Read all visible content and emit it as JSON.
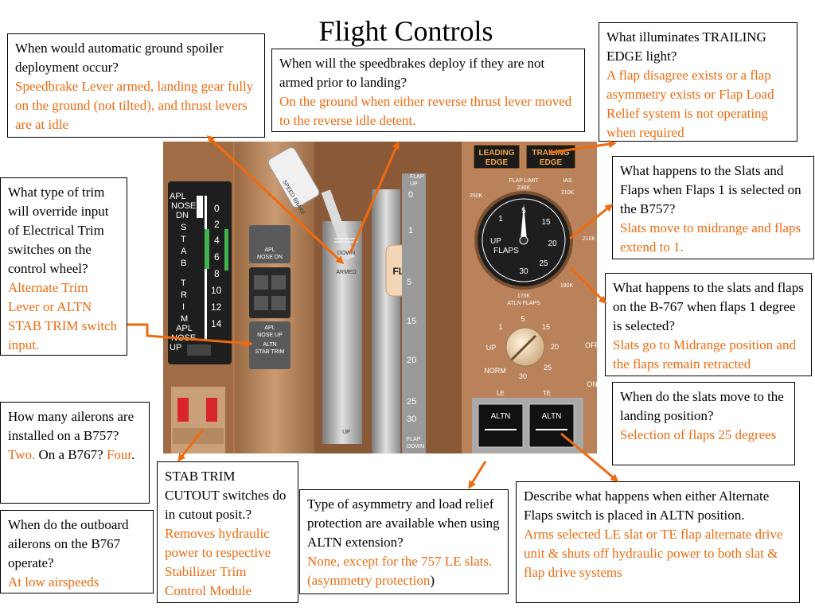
{
  "title": "Flight Controls",
  "callouts": {
    "auto_spoiler": {
      "question": "When would automatic ground spoiler deployment occur?",
      "answer": "Speedbrake Lever armed, landing gear fully on the ground (not tilted), and thrust levers are at idle"
    },
    "speedbrake": {
      "question": "When will the speedbrakes deploy if they are not armed prior to landing?",
      "answer": "On the ground when either reverse thrust lever moved to the reverse idle detent."
    },
    "trailing_edge": {
      "question": "What illuminates TRAILING EDGE light?",
      "answer": "A flap disagree exists or a flap asymmetry exists or Flap Load Relief system is not operating when required"
    },
    "trim_override": {
      "question": "What type of trim will override input of Electrical Trim switches on the control wheel?",
      "answer": "Alternate Trim Lever or ALTN STAB TRIM switch input."
    },
    "flaps1_757": {
      "question": "What happens to the Slats and Flaps when Flaps 1 is selected on the B757?",
      "answer": "Slats move to midrange and flaps extend to 1."
    },
    "flaps1_767": {
      "question": "What happens to the slats and flaps on the B-767 when flaps 1 degree is selected?",
      "answer": "Slats go to Midrange position and the flaps remain retracted"
    },
    "slats_landing": {
      "question": "When do the slats move to the landing position?",
      "answer": "Selection of flaps 25 degrees"
    },
    "ailerons": {
      "question": "How many ailerons are installed on a B757?",
      "answer1": "Two.",
      "question2": " On a B767?",
      "answer2": "Four",
      "end": "."
    },
    "outboard": {
      "question": "When do the outboard ailerons on the B767 operate?",
      "answer": "At low airspeeds"
    },
    "stab_cutout": {
      "question": "STAB TRIM CUTOUT switches do in cutout posit.?",
      "answer": "Removes hydraulic power to respective Stabilizer Trim Control Module"
    },
    "asymmetry": {
      "question": "Type of asymmetry and load relief protection are available when using ALTN extension?",
      "answer": "None, except for the 757 LE slats. (asymmetry protection",
      "end": ")"
    },
    "altn_flaps": {
      "question": "Describe what happens when either Alternate Flaps switch is placed in ALTN position.",
      "answer": "Arms selected LE slat or TE flap alternate drive unit & shuts off hydraulic power to both slat & flap drive systems"
    }
  },
  "panel": {
    "stab_label": [
      "APL",
      "NOSE",
      "DN",
      "S",
      "T",
      "A",
      "B",
      "T",
      "R",
      "I",
      "M",
      "APL",
      "NOSE",
      "UP"
    ],
    "stab_ticks": [
      "0",
      "2",
      "4",
      "6",
      "8",
      "10",
      "12",
      "14"
    ],
    "apl_nose_dn": [
      "APL",
      "NOSE DN"
    ],
    "apl_nose_up": [
      "APL",
      "NOSE UP",
      "ALTN",
      "STAB TRIM"
    ],
    "speedbrake": "SPEED BRAKE",
    "sb_down": "DOWN",
    "sb_armed": "ARMED",
    "sb_up": "UP",
    "flap_button": "FLAP",
    "flap_scale_top": [
      "FLAP",
      "UP"
    ],
    "flap_scale": [
      "0",
      "1",
      "5",
      "15",
      "20",
      "25",
      "30"
    ],
    "flap_scale_bottom": [
      "FLAP",
      "DOWN"
    ],
    "leading_edge": [
      "LEADING",
      "EDGE"
    ],
    "trailing_edge": [
      "TRAILING",
      "EDGE"
    ],
    "flap_limit": [
      "FLAP LIMIT",
      "230K"
    ],
    "ias": "IAS",
    "k250": "250K",
    "k210": "210K",
    "k210b": "210K",
    "k180": "180K",
    "gauge_marks": [
      "1",
      "5",
      "15",
      "20",
      "25",
      "30"
    ],
    "gauge_up": "UP",
    "gauge_flaps": "FLAPS",
    "atln": [
      "170K",
      "ATLN FLAPS"
    ],
    "knob_marks": [
      "1",
      "5",
      "15",
      "20",
      "25",
      "30"
    ],
    "knob_up": "UP",
    "knob_norm": "NORM",
    "off": "OFF",
    "on": "ON",
    "le": "LE",
    "te": "TE",
    "altn": "ALTN"
  }
}
